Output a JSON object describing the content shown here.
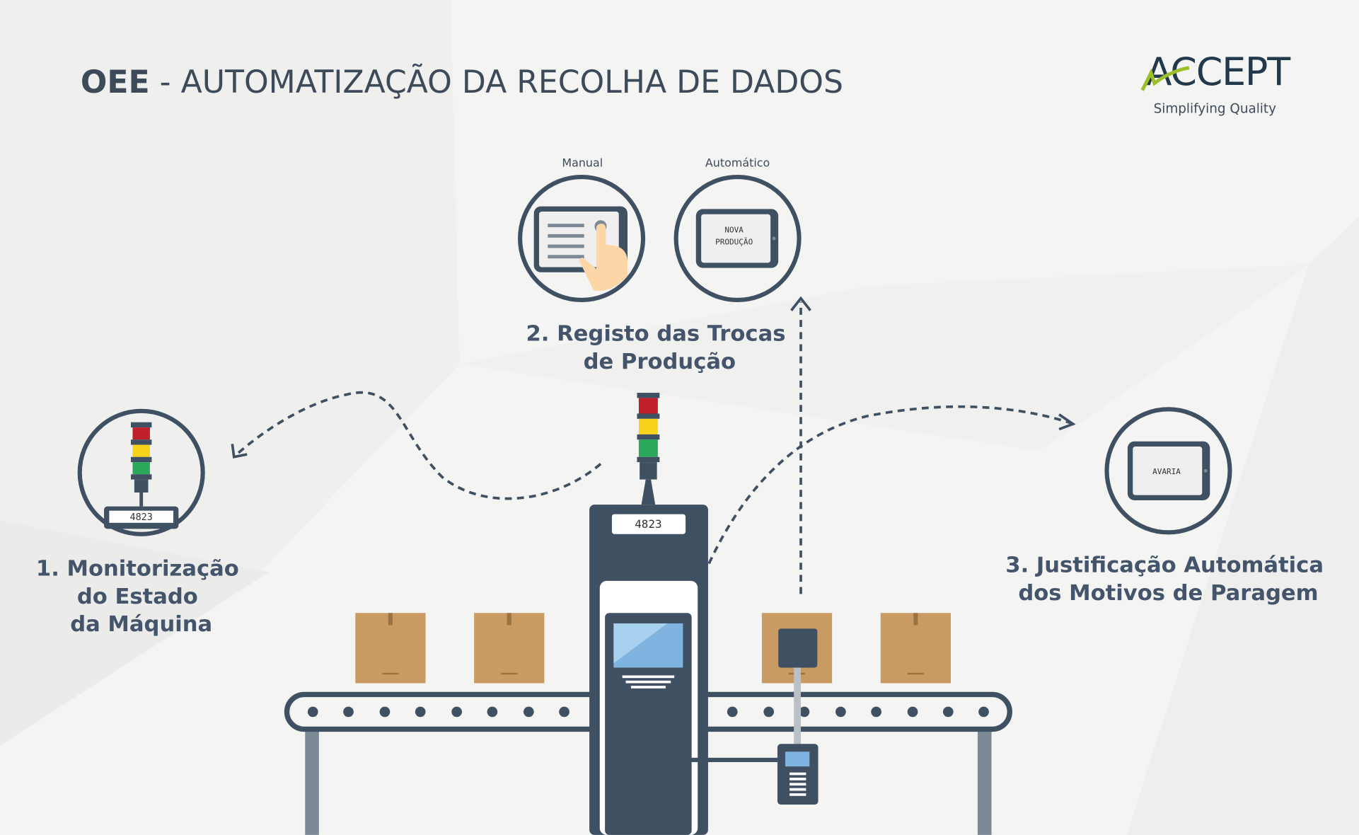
{
  "title": {
    "bold": "OEE",
    "rest": " - AUTOMATIZAÇÃO DA RECOLHA DE DADOS"
  },
  "logo": {
    "brand": "ACCEPT",
    "tagline": "Simplifying Quality"
  },
  "steps": {
    "monitor": {
      "lines": [
        "1. Monitorização",
        "do Estado",
        "da Máquina"
      ],
      "counter": "4823"
    },
    "registo": {
      "lines": [
        "2. Registo das Trocas",
        "de Produção"
      ],
      "manual_label": "Manual",
      "auto_label": "Automático",
      "auto_screen": [
        "NOVA",
        "PRODUÇÃO"
      ]
    },
    "justificacao": {
      "lines": [
        "3. Justificação Automática",
        "dos Motivos de Paragem"
      ],
      "screen": "AVARIA"
    }
  },
  "machine": {
    "counter": "4823"
  },
  "colors": {
    "dark": "#3f5062",
    "red": "#c0202a",
    "yellow": "#f6d21b",
    "green": "#2aa85c",
    "box": "#c99a62",
    "accent": "#9dbf2a"
  }
}
